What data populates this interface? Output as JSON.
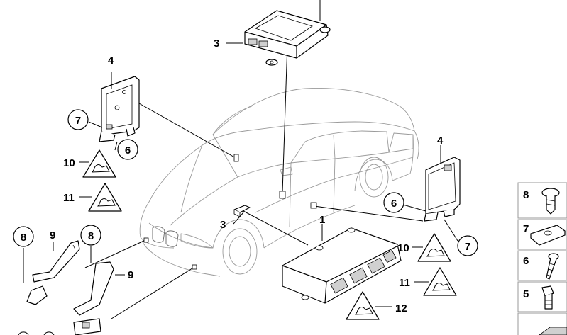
{
  "callouts": {
    "c1": "1",
    "c3a": "3",
    "c3b": "3",
    "c4a": "4",
    "c4b": "4",
    "c6a": "6",
    "c6b": "6",
    "c7a": "7",
    "c7b": "7",
    "c8a": "8",
    "c8b": "8",
    "c9a": "9",
    "c9b": "9",
    "c10a": "10",
    "c10b": "10",
    "c11a": "11",
    "c11b": "11",
    "c12": "12"
  },
  "side_parts": {
    "p8": "8",
    "p7": "7",
    "p6": "6",
    "p5": "5"
  },
  "colors": {
    "line": "#000000",
    "car_outline": "#9a9a9a",
    "part_shade": "#d0d0d0"
  }
}
